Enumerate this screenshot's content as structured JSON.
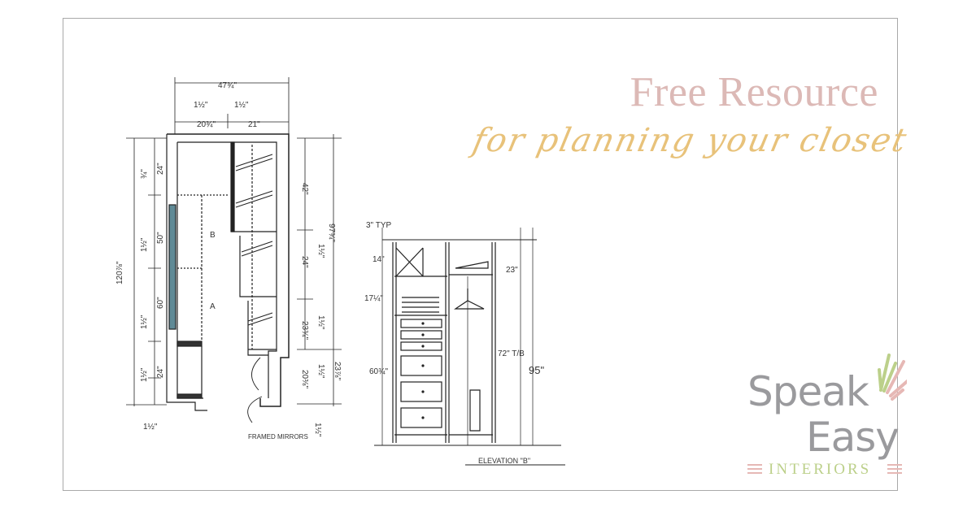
{
  "headline": "Free Resource",
  "subheadline": "for planning your closet",
  "logo": {
    "line1": "Speak",
    "line2": "Easy",
    "line3": "INTERIORS",
    "colors": {
      "text": "#9a9a9d",
      "accent_green": "#bcd08a",
      "accent_pink": "#e6b8b5"
    }
  },
  "colors": {
    "headline": "#dcb9b6",
    "subheadline": "#e8c27a",
    "frame": "#a9a9a9",
    "mirror": "#5f8a96"
  },
  "plan_sketch": {
    "dims": {
      "overall_width": "47¾\"",
      "left_gap": "1½\"",
      "right_gap": "1½\"",
      "left_width": "20¾\"",
      "right_width": "21\"",
      "left_total": "120⅞\"",
      "left_a": "24\"",
      "left_a_gap": "¾\"",
      "left_b": "50\"",
      "left_b_gap": "1½\"",
      "left_c": "60\"",
      "left_c_gap": "1½\"",
      "left_d": "24\"",
      "left_d_gap": "1½\"",
      "bottom_gap": "1½\"",
      "right_total": "97¾\"",
      "right_a": "42\"",
      "right_a_gap": "1½\"",
      "right_b": "24\"",
      "right_b_gap": "1½\"",
      "right_c": "23¾\"",
      "right_c_gap": "1½\"",
      "right_d": "20⅜\"",
      "right_d2": "23⅞\"",
      "right_bottom_gap": "1½\"",
      "marker_b": "B",
      "marker_a": "A"
    },
    "note": "FRAMED MIRRORS"
  },
  "elevation_sketch": {
    "typ": "3\" TYP",
    "top": "14\"",
    "shelf": "17¼\"",
    "drawers": "60¾\"",
    "right_top": "23\"",
    "hang": "72\" T/B",
    "total": "95\"",
    "caption": "ELEVATION \"B\""
  }
}
